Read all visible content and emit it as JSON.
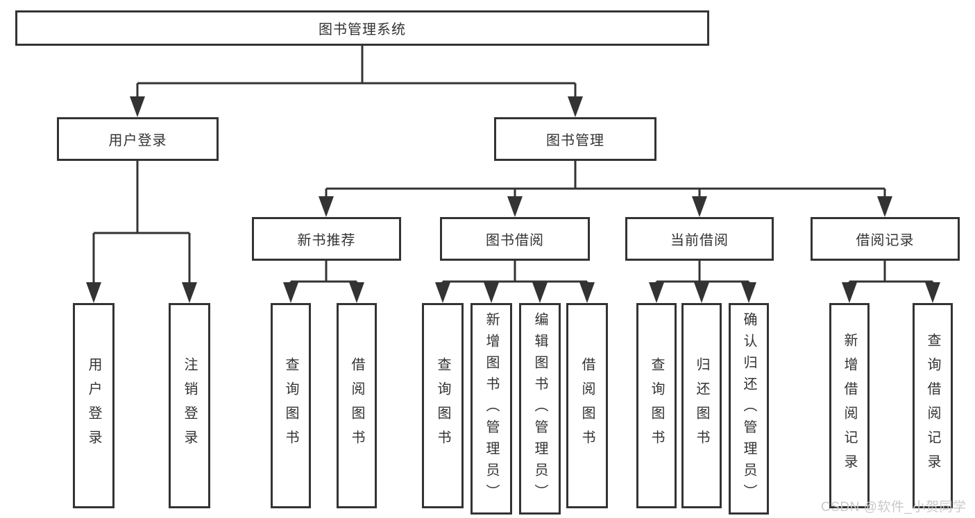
{
  "root": {
    "label": "图书管理系统"
  },
  "branches": {
    "user_login": {
      "label": "用户登录",
      "leaves": [
        "用户登录",
        "注销登录"
      ]
    },
    "book_management": {
      "label": "图书管理"
    },
    "new_book_recommend": {
      "label": "新书推荐",
      "leaves": [
        "查询图书",
        "借阅图书"
      ]
    },
    "book_borrow": {
      "label": "图书借阅",
      "leaves": [
        "查询图书",
        "新增图书（管理员）",
        "编辑图书（管理员）",
        "借阅图书"
      ]
    },
    "current_borrow": {
      "label": "当前借阅",
      "leaves": [
        "查询图书",
        "归还图书",
        "确认归还（管理员）"
      ]
    },
    "borrow_records": {
      "label": "借阅记录",
      "leaves": [
        "新增借阅记录",
        "查询借阅记录"
      ]
    }
  },
  "watermark": "CSDN @软件_小贺同学",
  "colors": {
    "line": "#333333",
    "text": "#333333",
    "bg": "#ffffff",
    "watermark": "#c9c9c9"
  }
}
